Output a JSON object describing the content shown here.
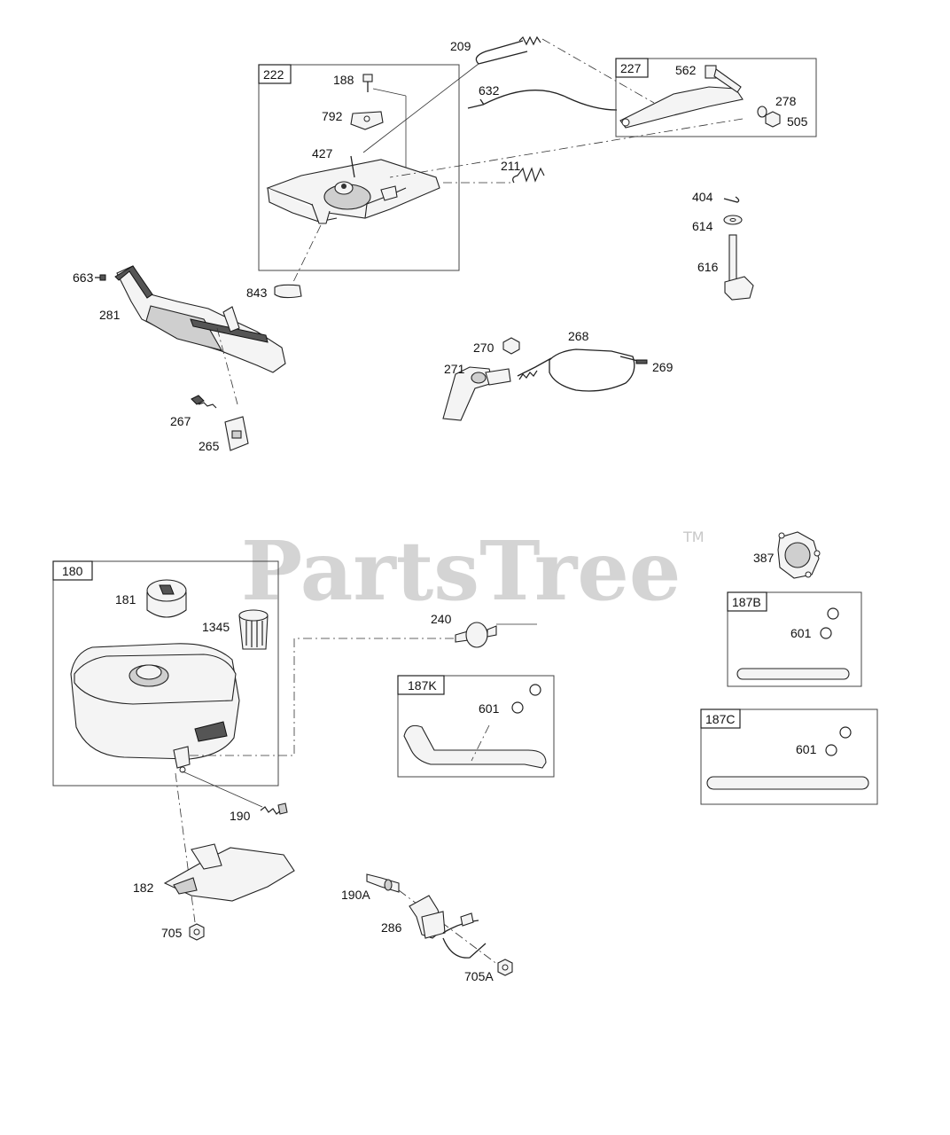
{
  "watermark": {
    "text": "PartsTree",
    "trademark": "TM"
  },
  "callouts": {
    "c209": "209",
    "c222": "222",
    "c188": "188",
    "c792": "792",
    "c427": "427",
    "c227": "227",
    "c562": "562",
    "c632": "632",
    "c278": "278",
    "c505": "505",
    "c211": "211",
    "c404": "404",
    "c614": "614",
    "c616": "616",
    "c663": "663",
    "c281": "281",
    "c843": "843",
    "c270": "270",
    "c268": "268",
    "c271": "271",
    "c269": "269",
    "c267": "267",
    "c265": "265",
    "c387": "387",
    "c180": "180",
    "c181": "181",
    "c1345": "1345",
    "c240": "240",
    "c187B": "187B",
    "c601b": "601",
    "c187K": "187K",
    "c601k": "601",
    "c187C": "187C",
    "c601c": "601",
    "c190": "190",
    "c182": "182",
    "c705": "705",
    "c190A": "190A",
    "c286": "286",
    "c705A": "705A"
  }
}
